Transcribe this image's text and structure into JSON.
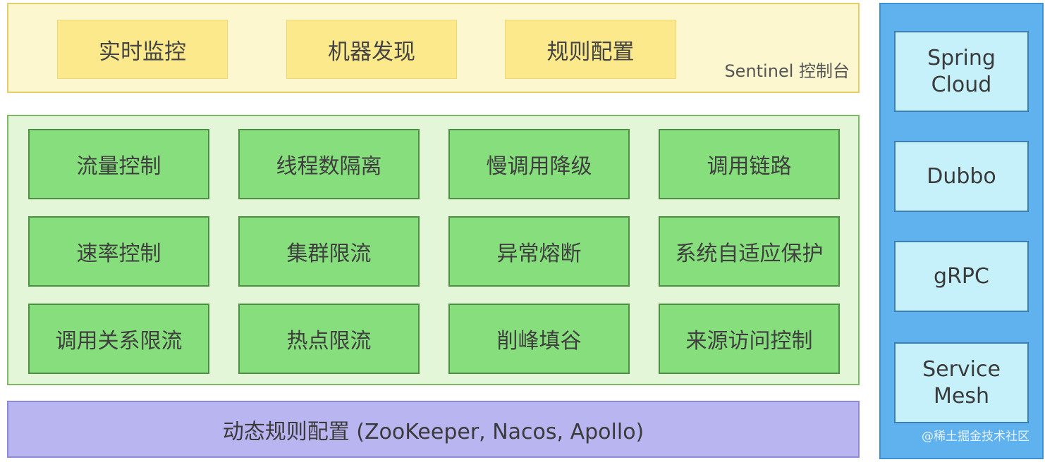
{
  "console": {
    "items": [
      "实时监控",
      "机器发现",
      "规则配置"
    ],
    "label": "Sentinel 控制台"
  },
  "features": {
    "rows": [
      [
        "流量控制",
        "线程数隔离",
        "慢调用降级",
        "调用链路"
      ],
      [
        "速率控制",
        "集群限流",
        "异常熔断",
        "系统自适应保护"
      ],
      [
        "调用关系限流",
        "热点限流",
        "削峰填谷",
        "来源访问控制"
      ]
    ]
  },
  "dynamic_rules": "动态规则配置 (ZooKeeper, Nacos, Apollo)",
  "frameworks": {
    "items": [
      "Spring\nCloud",
      "Dubbo",
      "gRPC",
      "Service\nMesh"
    ],
    "watermark": "@稀土掘金技术社区"
  },
  "colors": {
    "console_bg": "#fdf7cf",
    "console_box": "#fbe98c",
    "features_bg": "#e3f7d8",
    "feature_box": "#86de7c",
    "dynamic_bg": "#b9b5f1",
    "frameworks_bg": "#5fb2ee",
    "framework_box": "#c6f1fa"
  }
}
